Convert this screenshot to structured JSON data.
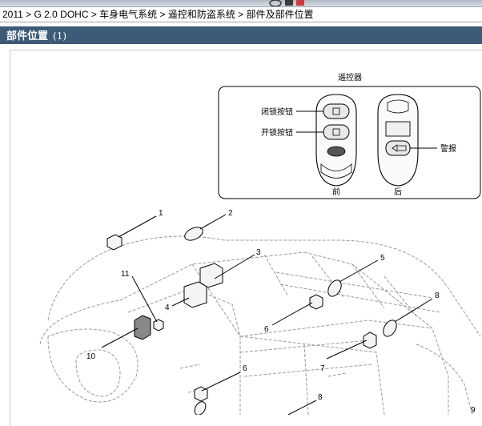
{
  "breadcrumb": "2011 > G 2.0 DOHC > 车身电气系统 > 遥控和防盗系统 > 部件及部件位置",
  "section": {
    "title": "部件位置",
    "number": "(1)"
  },
  "remote": {
    "title": "遥控器",
    "lock_label": "闭锁按钮",
    "unlock_label": "开锁按钮",
    "alarm_label": "警报",
    "front_label": "前",
    "back_label": "后"
  },
  "callouts": [
    "1",
    "2",
    "3",
    "4",
    "5",
    "6",
    "6",
    "7",
    "8",
    "8",
    "9",
    "10",
    "11"
  ],
  "colors": {
    "header_bg": "#3d5a76",
    "header_text": "#ffffff",
    "line": "#000000"
  }
}
